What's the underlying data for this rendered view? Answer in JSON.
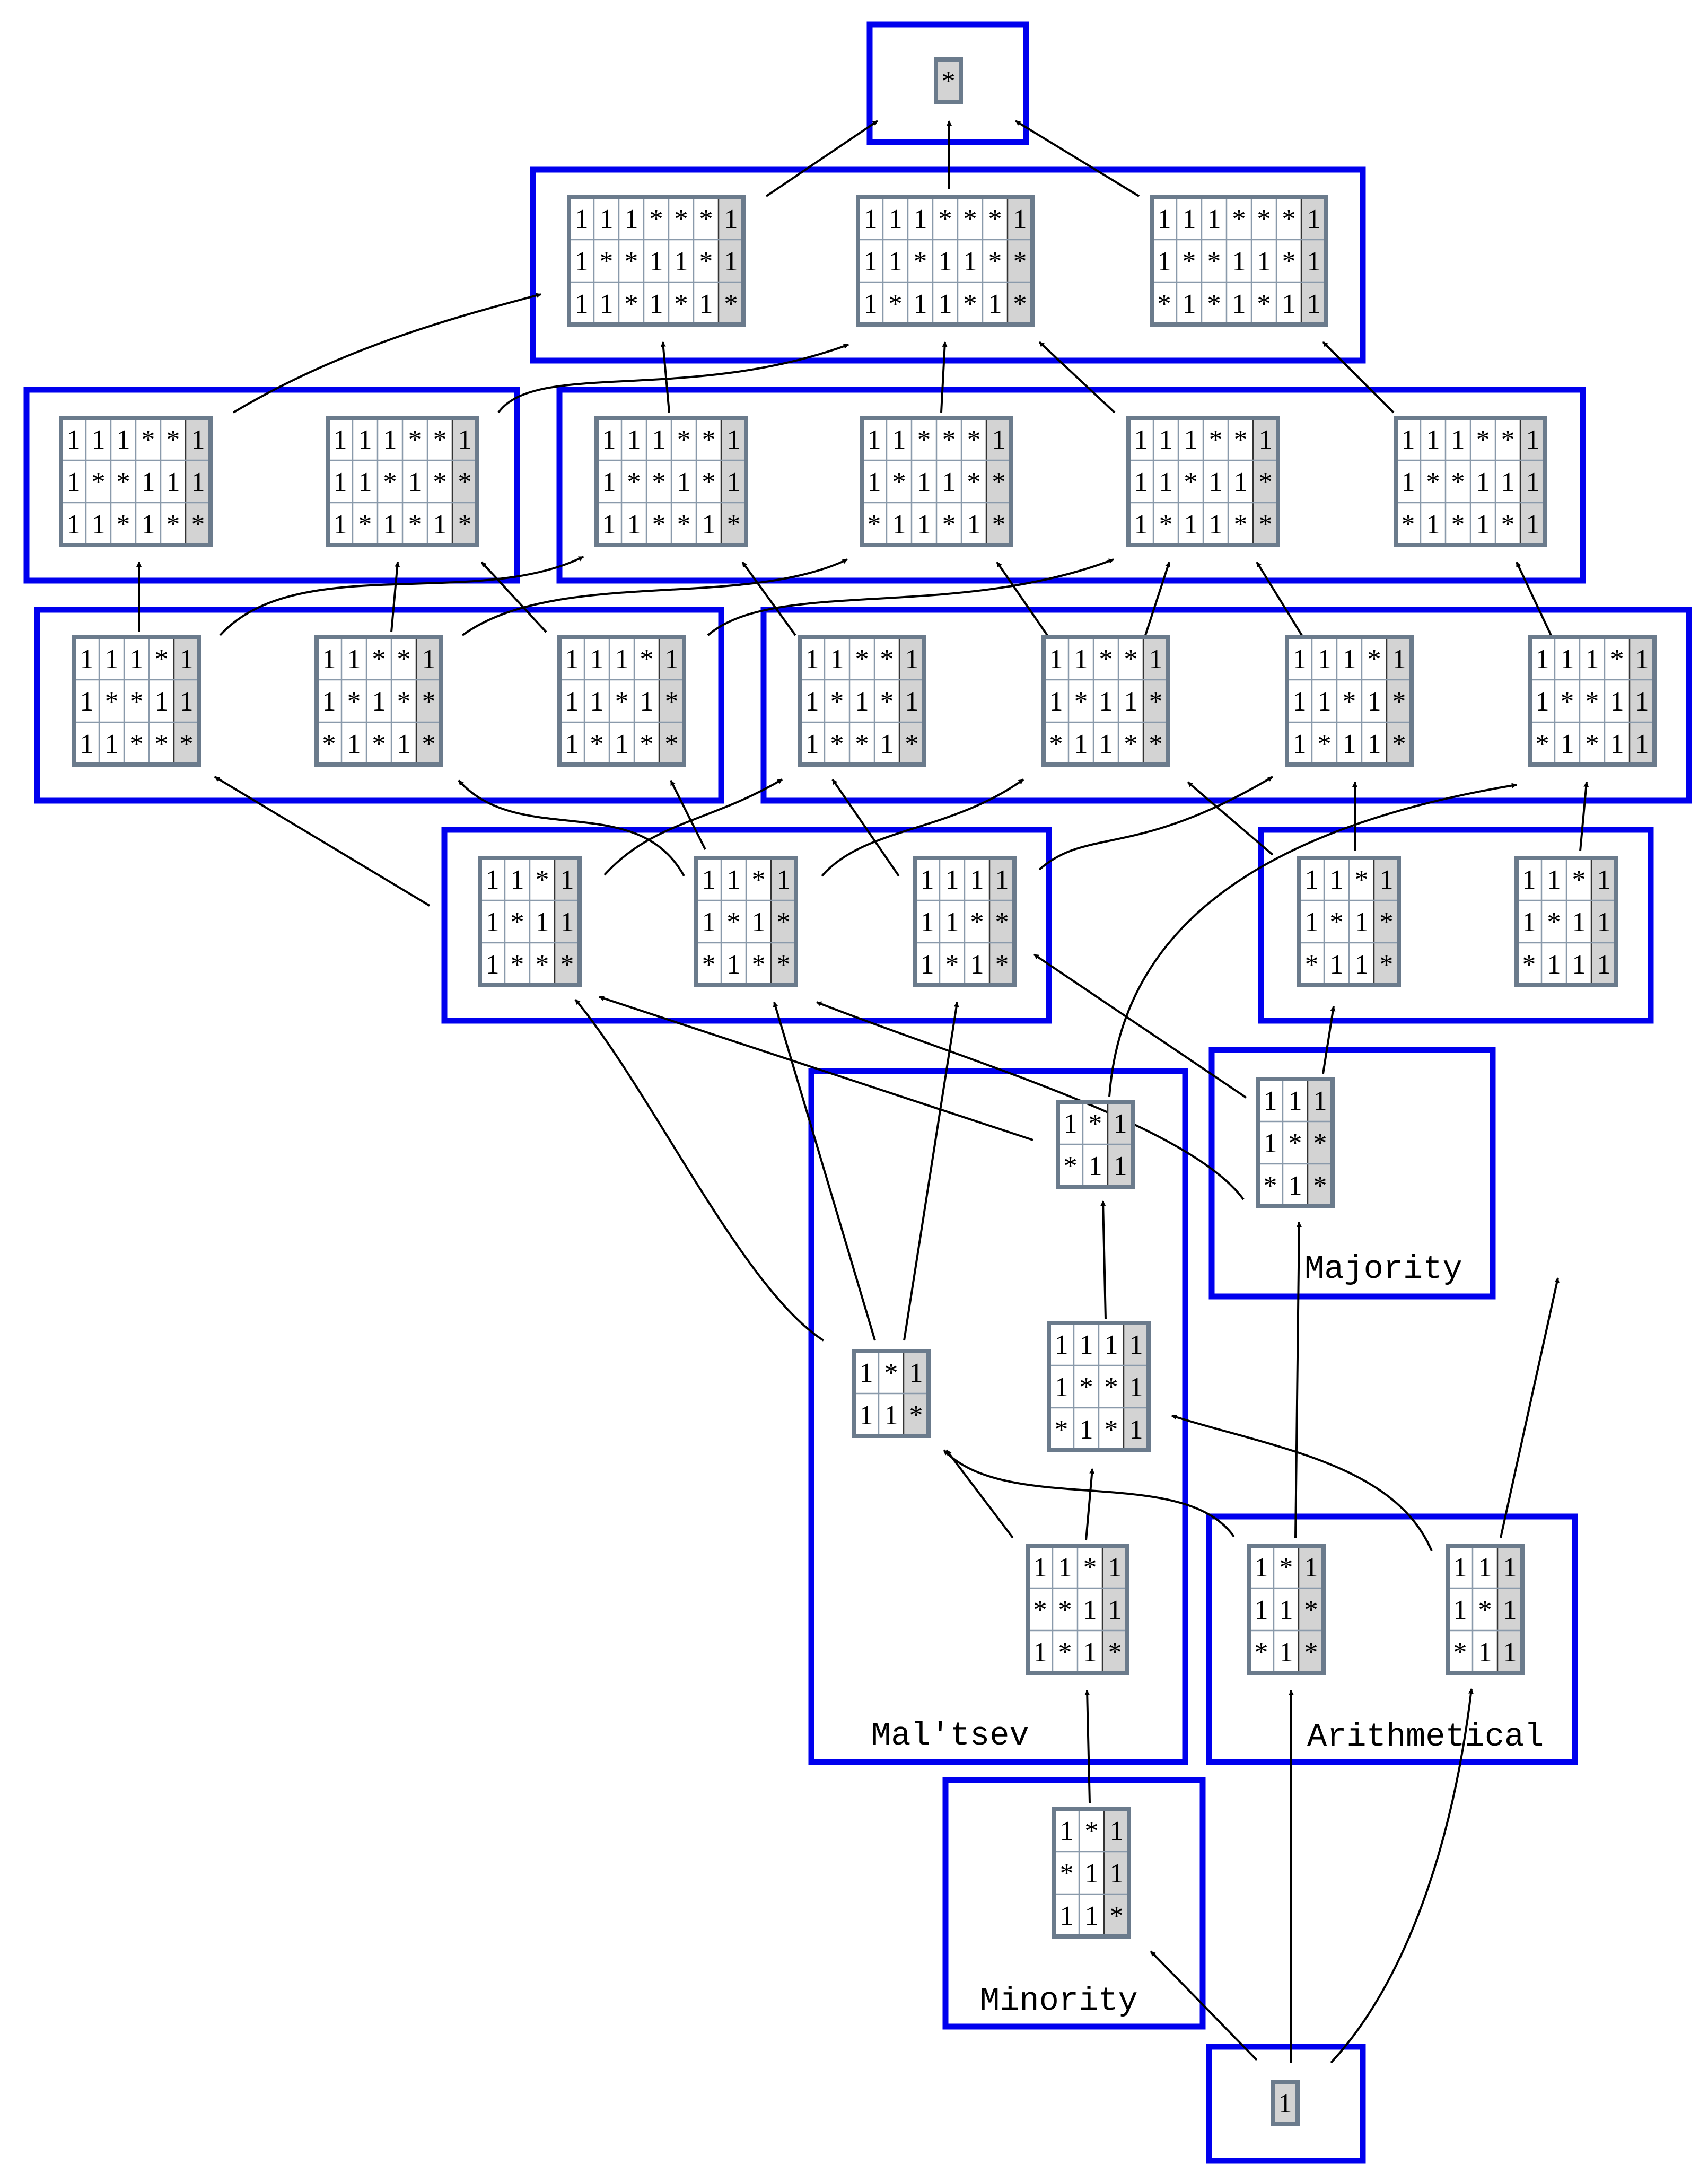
{
  "group_labels": {
    "minority": "Minority",
    "maltsev": "Mal'tsev",
    "majority": "Majority",
    "arithmetical": "Arithmetical"
  },
  "matrices": {
    "top": [
      [
        "*"
      ]
    ],
    "bottom": [
      [
        "1"
      ]
    ],
    "r1a": [
      [
        "1",
        "1",
        "1",
        "*",
        "*",
        "*",
        "1"
      ],
      [
        "1",
        "*",
        "*",
        "1",
        "1",
        "*",
        "1"
      ],
      [
        "1",
        "1",
        "*",
        "1",
        "*",
        "1",
        "*"
      ]
    ],
    "r1b": [
      [
        "1",
        "1",
        "1",
        "*",
        "*",
        "*",
        "1"
      ],
      [
        "1",
        "1",
        "*",
        "1",
        "1",
        "*",
        "*"
      ],
      [
        "1",
        "*",
        "1",
        "1",
        "*",
        "1",
        "*"
      ]
    ],
    "r1c": [
      [
        "1",
        "1",
        "1",
        "*",
        "*",
        "*",
        "1"
      ],
      [
        "1",
        "*",
        "*",
        "1",
        "1",
        "*",
        "1"
      ],
      [
        "*",
        "1",
        "*",
        "1",
        "*",
        "1",
        "1"
      ]
    ],
    "r2a": [
      [
        "1",
        "1",
        "1",
        "*",
        "*",
        "1"
      ],
      [
        "1",
        "*",
        "*",
        "1",
        "1",
        "1"
      ],
      [
        "1",
        "1",
        "*",
        "1",
        "*",
        "*"
      ]
    ],
    "r2b": [
      [
        "1",
        "1",
        "1",
        "*",
        "*",
        "1"
      ],
      [
        "1",
        "1",
        "*",
        "1",
        "*",
        "*"
      ],
      [
        "1",
        "*",
        "1",
        "*",
        "1",
        "*"
      ]
    ],
    "r2c": [
      [
        "1",
        "1",
        "1",
        "*",
        "*",
        "1"
      ],
      [
        "1",
        "*",
        "*",
        "1",
        "*",
        "1"
      ],
      [
        "1",
        "1",
        "*",
        "*",
        "1",
        "*"
      ]
    ],
    "r2d": [
      [
        "1",
        "1",
        "*",
        "*",
        "*",
        "1"
      ],
      [
        "1",
        "*",
        "1",
        "1",
        "*",
        "*"
      ],
      [
        "*",
        "1",
        "1",
        "*",
        "1",
        "*"
      ]
    ],
    "r2e": [
      [
        "1",
        "1",
        "1",
        "*",
        "*",
        "1"
      ],
      [
        "1",
        "1",
        "*",
        "1",
        "1",
        "*"
      ],
      [
        "1",
        "*",
        "1",
        "1",
        "*",
        "*"
      ]
    ],
    "r2f": [
      [
        "1",
        "1",
        "1",
        "*",
        "*",
        "1"
      ],
      [
        "1",
        "*",
        "*",
        "1",
        "1",
        "1"
      ],
      [
        "*",
        "1",
        "*",
        "1",
        "*",
        "1"
      ]
    ],
    "r3a": [
      [
        "1",
        "1",
        "1",
        "*",
        "1"
      ],
      [
        "1",
        "*",
        "*",
        "1",
        "1"
      ],
      [
        "1",
        "1",
        "*",
        "*",
        "*"
      ]
    ],
    "r3b": [
      [
        "1",
        "1",
        "*",
        "*",
        "1"
      ],
      [
        "1",
        "*",
        "1",
        "*",
        "*"
      ],
      [
        "*",
        "1",
        "*",
        "1",
        "*"
      ]
    ],
    "r3c": [
      [
        "1",
        "1",
        "1",
        "*",
        "1"
      ],
      [
        "1",
        "1",
        "*",
        "1",
        "*"
      ],
      [
        "1",
        "*",
        "1",
        "*",
        "*"
      ]
    ],
    "r3d": [
      [
        "1",
        "1",
        "*",
        "*",
        "1"
      ],
      [
        "1",
        "*",
        "1",
        "*",
        "1"
      ],
      [
        "1",
        "*",
        "*",
        "1",
        "*"
      ]
    ],
    "r3e": [
      [
        "1",
        "1",
        "*",
        "*",
        "1"
      ],
      [
        "1",
        "*",
        "1",
        "1",
        "*"
      ],
      [
        "*",
        "1",
        "1",
        "*",
        "*"
      ]
    ],
    "r3f": [
      [
        "1",
        "1",
        "1",
        "*",
        "1"
      ],
      [
        "1",
        "1",
        "*",
        "1",
        "*"
      ],
      [
        "1",
        "*",
        "1",
        "1",
        "*"
      ]
    ],
    "r3g": [
      [
        "1",
        "1",
        "1",
        "*",
        "1"
      ],
      [
        "1",
        "*",
        "*",
        "1",
        "1"
      ],
      [
        "*",
        "1",
        "*",
        "1",
        "1"
      ]
    ],
    "r4a": [
      [
        "1",
        "1",
        "*",
        "1"
      ],
      [
        "1",
        "*",
        "1",
        "1"
      ],
      [
        "1",
        "*",
        "*",
        "*"
      ]
    ],
    "r4b": [
      [
        "1",
        "1",
        "*",
        "1"
      ],
      [
        "1",
        "*",
        "1",
        "*"
      ],
      [
        "*",
        "1",
        "*",
        "*"
      ]
    ],
    "r4c": [
      [
        "1",
        "1",
        "1",
        "1"
      ],
      [
        "1",
        "1",
        "*",
        "*"
      ],
      [
        "1",
        "*",
        "1",
        "*"
      ]
    ],
    "r4d": [
      [
        "1",
        "1",
        "*",
        "1"
      ],
      [
        "1",
        "*",
        "1",
        "*"
      ],
      [
        "*",
        "1",
        "1",
        "*"
      ]
    ],
    "r4e": [
      [
        "1",
        "1",
        "*",
        "1"
      ],
      [
        "1",
        "*",
        "1",
        "1"
      ],
      [
        "*",
        "1",
        "1",
        "1"
      ]
    ],
    "m1": [
      [
        "1",
        "*",
        "1"
      ],
      [
        "*",
        "1",
        "1"
      ]
    ],
    "m2": [
      [
        "1",
        "*",
        "1"
      ],
      [
        "1",
        "1",
        "*"
      ]
    ],
    "m3": [
      [
        "1",
        "1",
        "1",
        "1"
      ],
      [
        "1",
        "*",
        "*",
        "1"
      ],
      [
        "*",
        "1",
        "*",
        "1"
      ]
    ],
    "m4": [
      [
        "1",
        "1",
        "*",
        "1"
      ],
      [
        "*",
        "*",
        "1",
        "1"
      ],
      [
        "1",
        "*",
        "1",
        "*"
      ]
    ],
    "maj": [
      [
        "1",
        "1",
        "1"
      ],
      [
        "1",
        "*",
        "*"
      ],
      [
        "*",
        "1",
        "*"
      ]
    ],
    "ar1": [
      [
        "1",
        "*",
        "1"
      ],
      [
        "1",
        "1",
        "*"
      ],
      [
        "*",
        "1",
        "*"
      ]
    ],
    "ar2": [
      [
        "1",
        "1",
        "1"
      ],
      [
        "1",
        "*",
        "1"
      ],
      [
        "*",
        "1",
        "1"
      ]
    ],
    "mino": [
      [
        "1",
        "*",
        "1"
      ],
      [
        "*",
        "1",
        "1"
      ],
      [
        "1",
        "1",
        "*"
      ]
    ]
  },
  "colors": {
    "group_border": "#0000ee",
    "matrix_border": "#6b7b8c",
    "cell_border": "#8a9aab",
    "last_column_fill": "#d3d3d3",
    "arrow": "#000000",
    "text": "#000000"
  }
}
